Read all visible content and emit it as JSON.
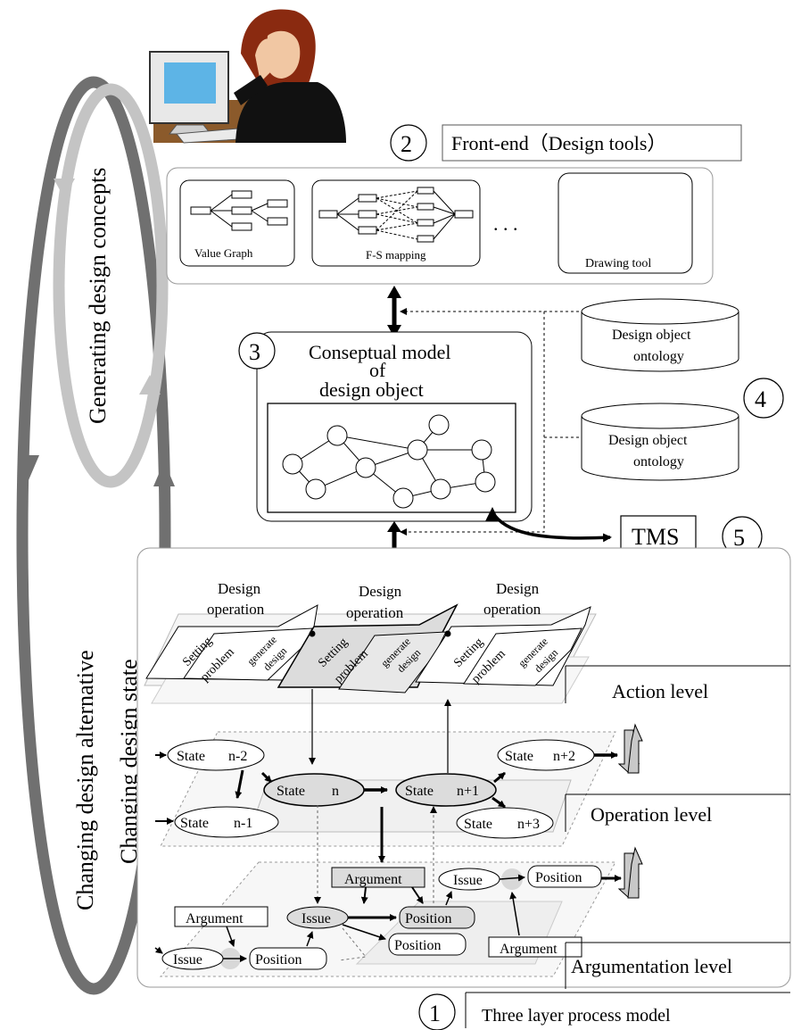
{
  "labels": {
    "front_end": "Front-end（Design tools）",
    "value_graph": "Value Graph",
    "fs_mapping": "F-S mapping",
    "dots": ". . .",
    "drawing_tool": "Drawing tool",
    "conceptual_line1": "Conseptual model",
    "conceptual_line2": "of",
    "conceptual_line3": "design object",
    "ontology_1_line1": "Design object",
    "ontology_1_line2": "ontology",
    "ontology_2_line1": "Design object",
    "ontology_2_line2": "ontology",
    "tms": "TMS",
    "generating_concepts": "Generating design concepts",
    "changing_alternative": "Changing design alternative",
    "changing_state": "Changing design state",
    "design_op_1": "Design",
    "design_op_1b": "operation",
    "design_op_2": "Design",
    "design_op_2b": "operation",
    "design_op_3": "Design",
    "design_op_3b": "operation",
    "setting": "Setting",
    "problem": "problem",
    "generate": "generate",
    "design": "design",
    "action_level": "Action level",
    "operation_level": "Operation level",
    "argumentation_level": "Argumentation level",
    "three_layer": "Three layer process model",
    "state_word": "State",
    "state_n2": "n-2",
    "state_n1": "n-1",
    "state_n": "n",
    "state_np1": "n+1",
    "state_np2": "n+2",
    "state_np3": "n+3",
    "argument": "Argument",
    "issue": "Issue",
    "position": "Position"
  },
  "numbers": {
    "n1": "1",
    "n2": "2",
    "n3": "3",
    "n4": "4",
    "n5": "5"
  },
  "colors": {
    "loop_dark": "#707070",
    "loop_light": "#c4c4c4",
    "panel_fill": "#f2f2f2",
    "highlight_fill": "#dcdcdc",
    "screen_blue": "#5db4e6",
    "desk_brown": "#8b5a2b",
    "hair": "#8a2a10",
    "skin": "#f1c7a3"
  }
}
